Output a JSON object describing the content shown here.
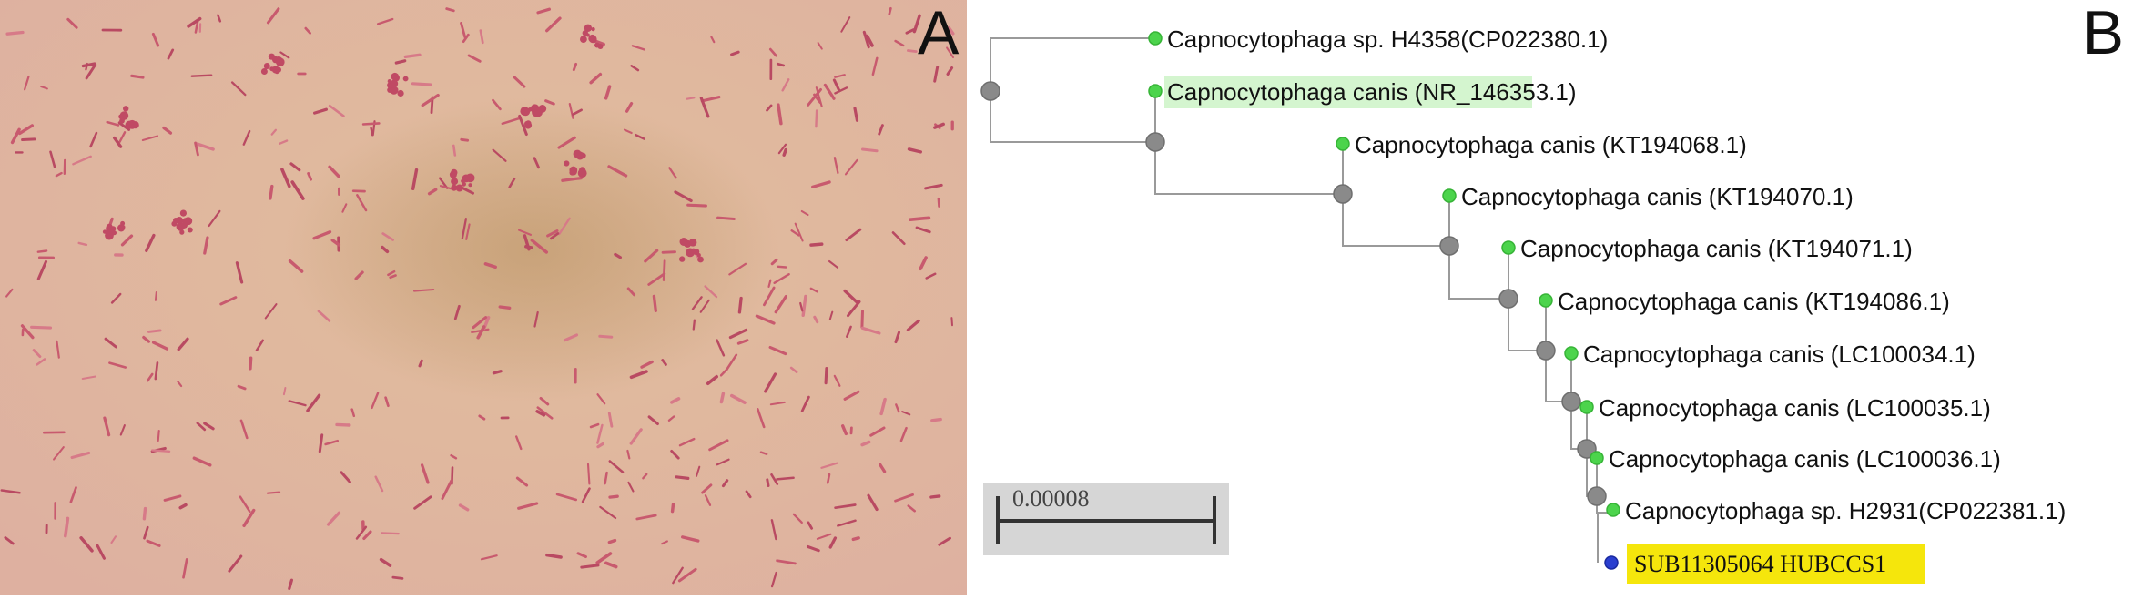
{
  "panels": {
    "a": {
      "letter": "A"
    },
    "b": {
      "letter": "B"
    }
  },
  "tree": {
    "leaves": [
      {
        "label": "Capnocytophaga sp. H4358(CP022380.1)",
        "highlight": "none"
      },
      {
        "label": "Capnocytophaga canis (NR_146353.1)",
        "highlight": "green"
      },
      {
        "label": "Capnocytophaga canis (KT194068.1)",
        "highlight": "none"
      },
      {
        "label": "Capnocytophaga canis (KT194070.1)",
        "highlight": "none"
      },
      {
        "label": "Capnocytophaga canis (KT194071.1)",
        "highlight": "none"
      },
      {
        "label": "Capnocytophaga canis (KT194086.1)",
        "highlight": "none"
      },
      {
        "label": "Capnocytophaga canis (LC100034.1)",
        "highlight": "none"
      },
      {
        "label": "Capnocytophaga canis (LC100035.1)",
        "highlight": "none"
      },
      {
        "label": "Capnocytophaga canis (LC100036.1)",
        "highlight": "none"
      },
      {
        "label": "Capnocytophaga sp. H2931(CP022381.1)",
        "highlight": "none"
      },
      {
        "label": "SUB11305064 HUBCCS1",
        "highlight": "yellow"
      }
    ],
    "scale_bar": {
      "label": "0.00008"
    },
    "colors": {
      "leaf_node": "#4cd44c",
      "internal_node": "#8a8a8a",
      "query_node": "#2a3fd0",
      "branch": "#999999",
      "green_highlight": "#d4f5cf",
      "yellow_highlight": "#f5e60c"
    }
  }
}
